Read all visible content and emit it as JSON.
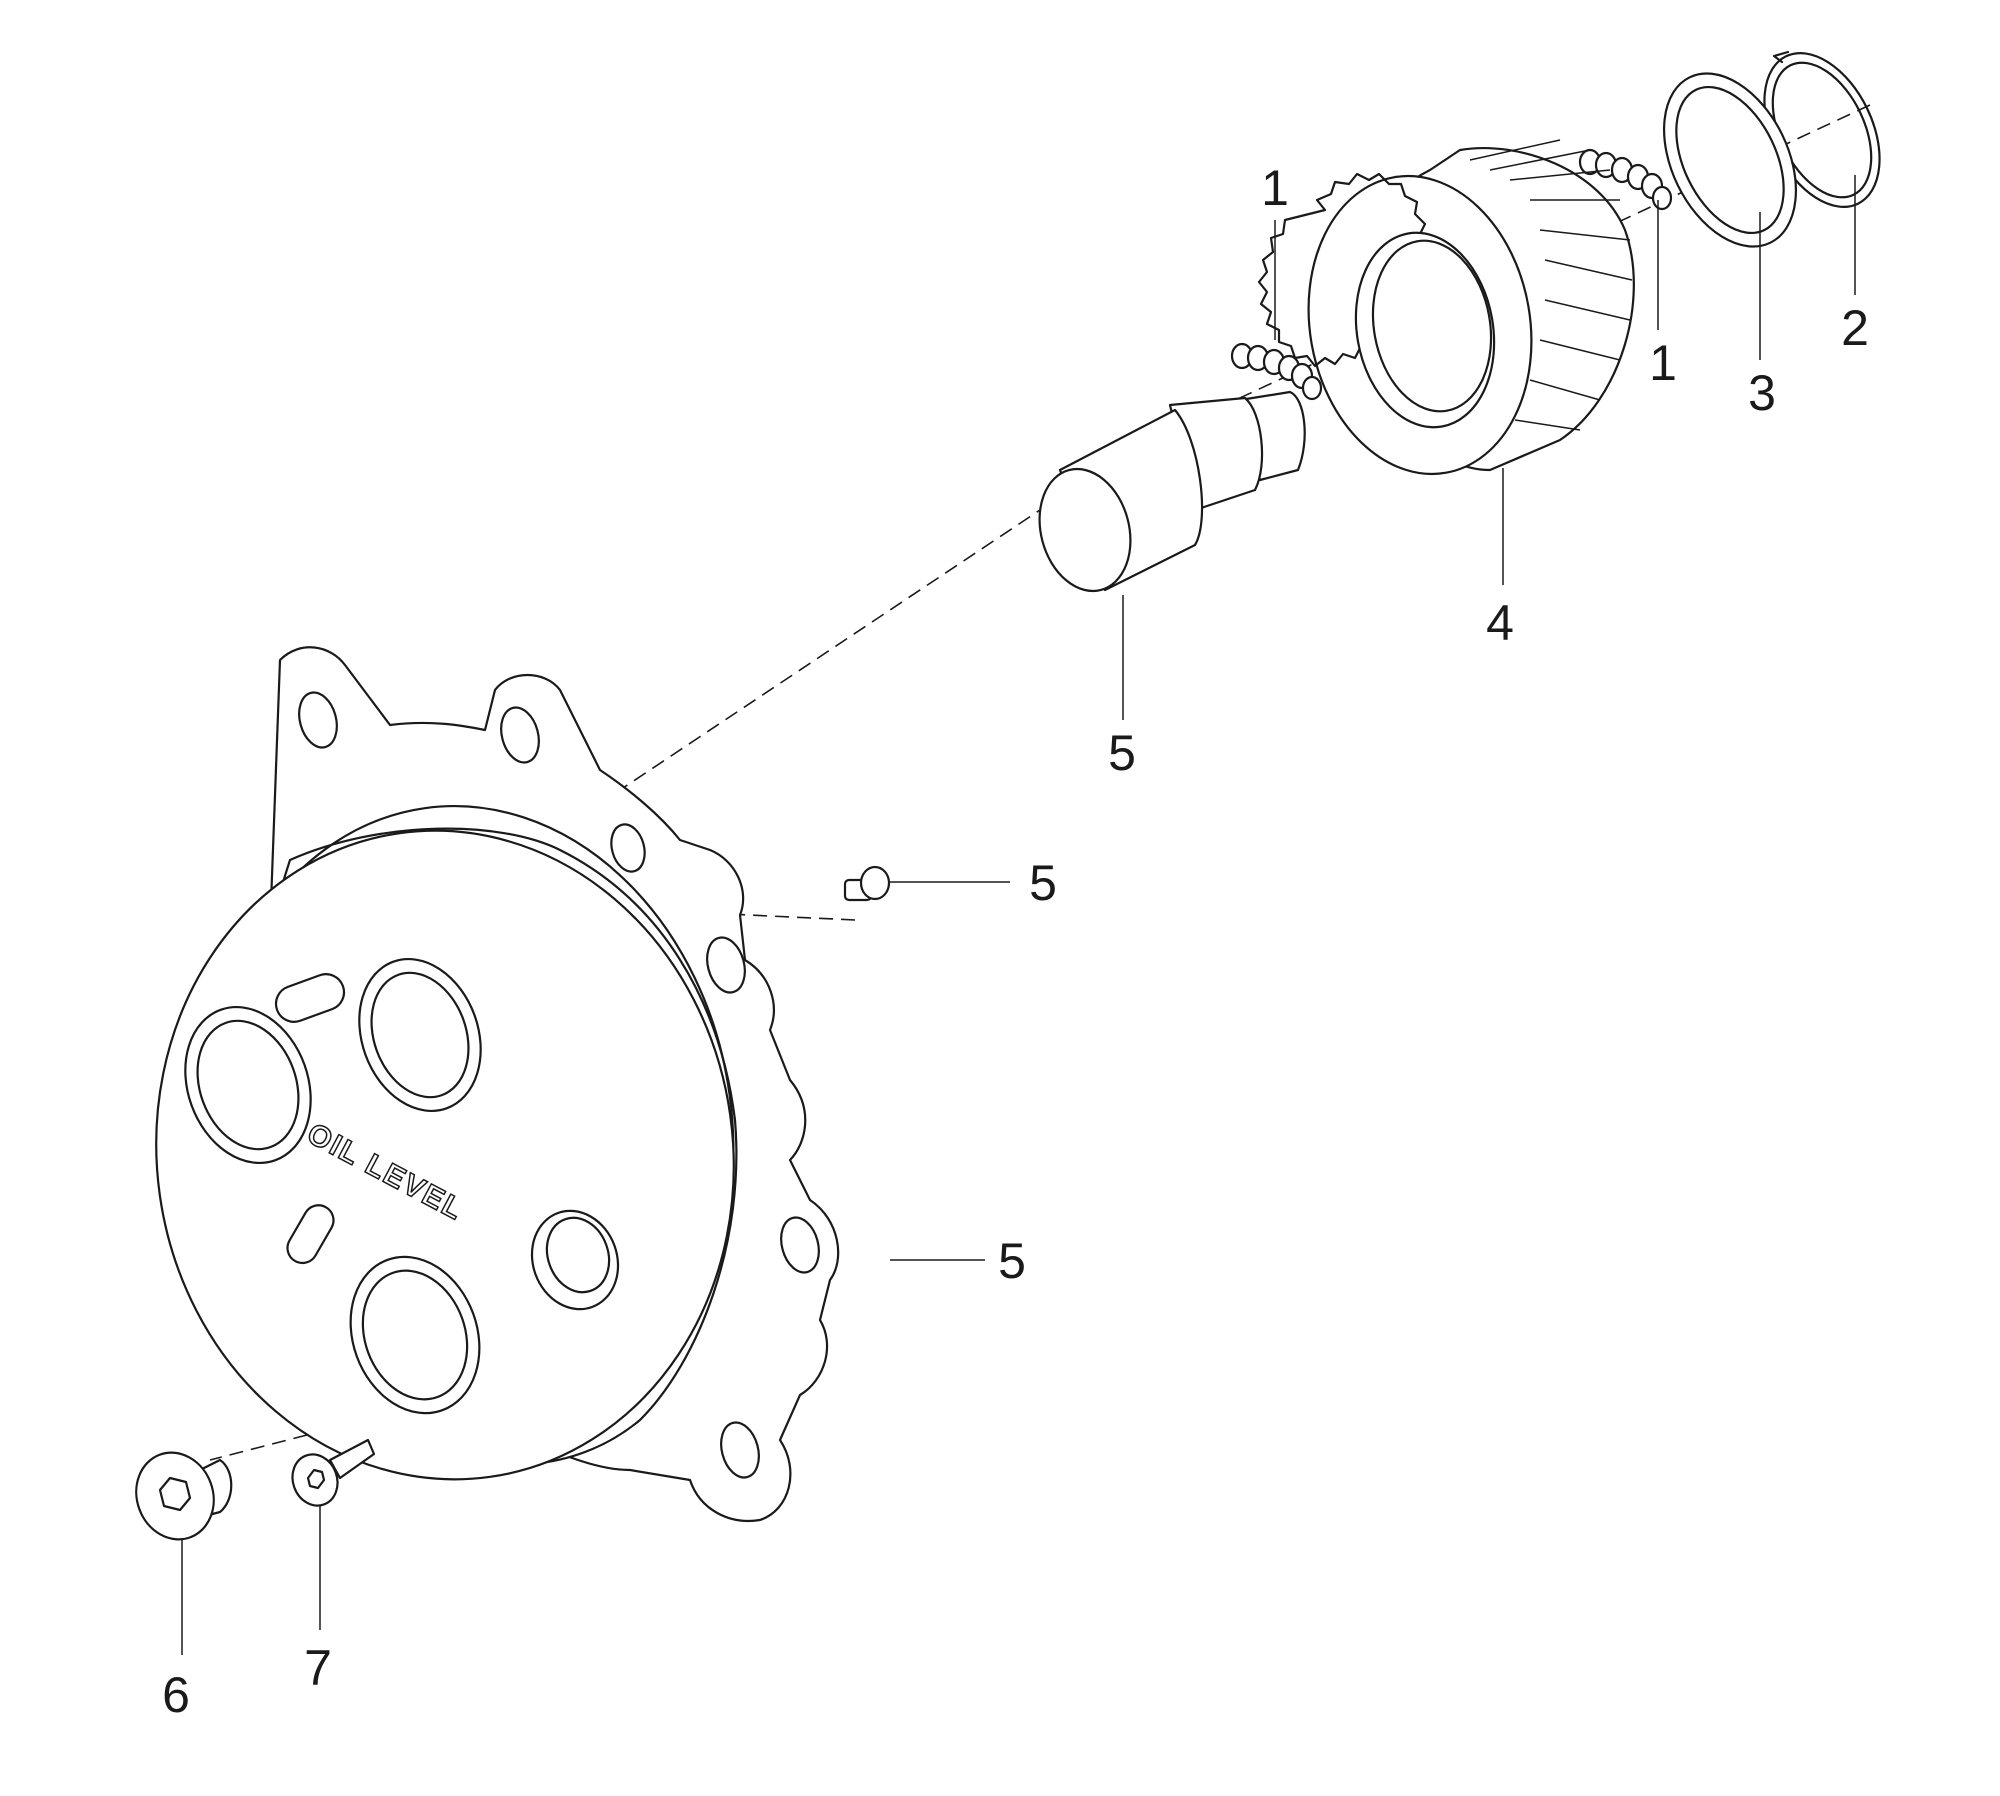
{
  "diagram": {
    "embossed_text": "OIL LEVEL",
    "callouts": [
      {
        "id": "c1a",
        "text": "1"
      },
      {
        "id": "c1b",
        "text": "1"
      },
      {
        "id": "c2",
        "text": "2"
      },
      {
        "id": "c3",
        "text": "3"
      },
      {
        "id": "c4",
        "text": "4"
      },
      {
        "id": "c5a",
        "text": "5"
      },
      {
        "id": "c5b",
        "text": "5"
      },
      {
        "id": "c5c",
        "text": "5"
      },
      {
        "id": "c6",
        "text": "6"
      },
      {
        "id": "c7",
        "text": "7"
      }
    ]
  }
}
